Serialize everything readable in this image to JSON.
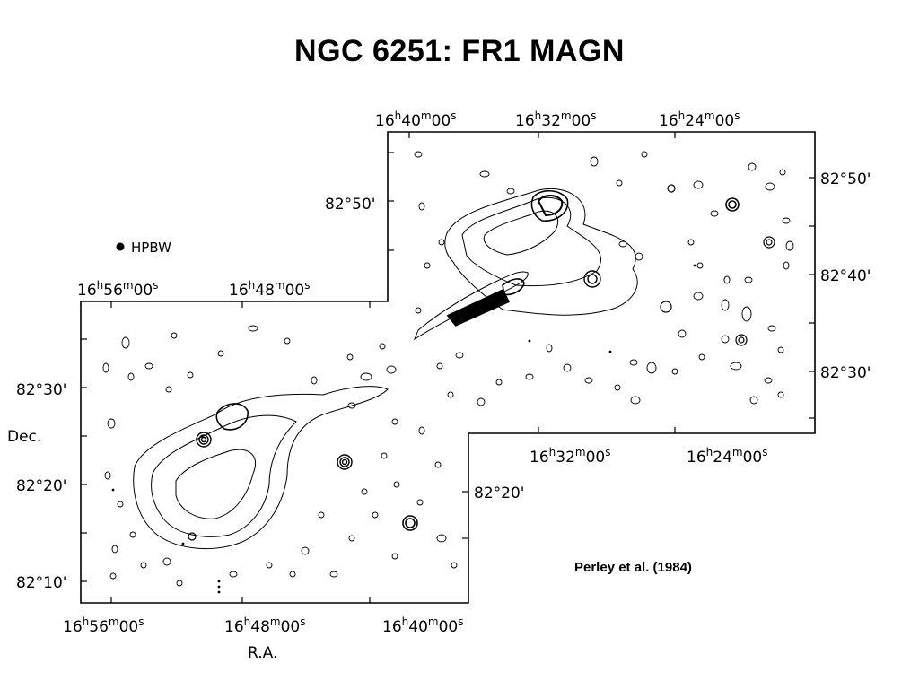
{
  "title": "NGC 6251: FR1 MAGN",
  "credit": "Perley et al. (1984)",
  "beam_label": "HPBW",
  "axes": {
    "x_label": "R.A.",
    "y_label": "Dec.",
    "ra_upper_top": [
      {
        "h": "16",
        "m": "40",
        "s": "00"
      },
      {
        "h": "16",
        "m": "32",
        "s": "00"
      },
      {
        "h": "16",
        "m": "24",
        "s": "00"
      }
    ],
    "ra_lower_top": [
      {
        "h": "16",
        "m": "56",
        "s": "00"
      },
      {
        "h": "16",
        "m": "48",
        "s": "00"
      }
    ],
    "ra_upper_bottom": [
      {
        "h": "16",
        "m": "32",
        "s": "00"
      },
      {
        "h": "16",
        "m": "24",
        "s": "00"
      }
    ],
    "ra_lower_bottom": [
      {
        "h": "16",
        "m": "56",
        "s": "00"
      },
      {
        "h": "16",
        "m": "48",
        "s": "00"
      },
      {
        "h": "16",
        "m": "40",
        "s": "00"
      }
    ],
    "dec_upper_left": [
      "82°50'"
    ],
    "dec_upper_right": [
      "82°50'",
      "82°40'",
      "82°30'"
    ],
    "dec_lower_left": [
      "82°30'",
      "82°20'",
      "82°10'"
    ],
    "dec_lower_right": [
      "82°20'"
    ]
  }
}
